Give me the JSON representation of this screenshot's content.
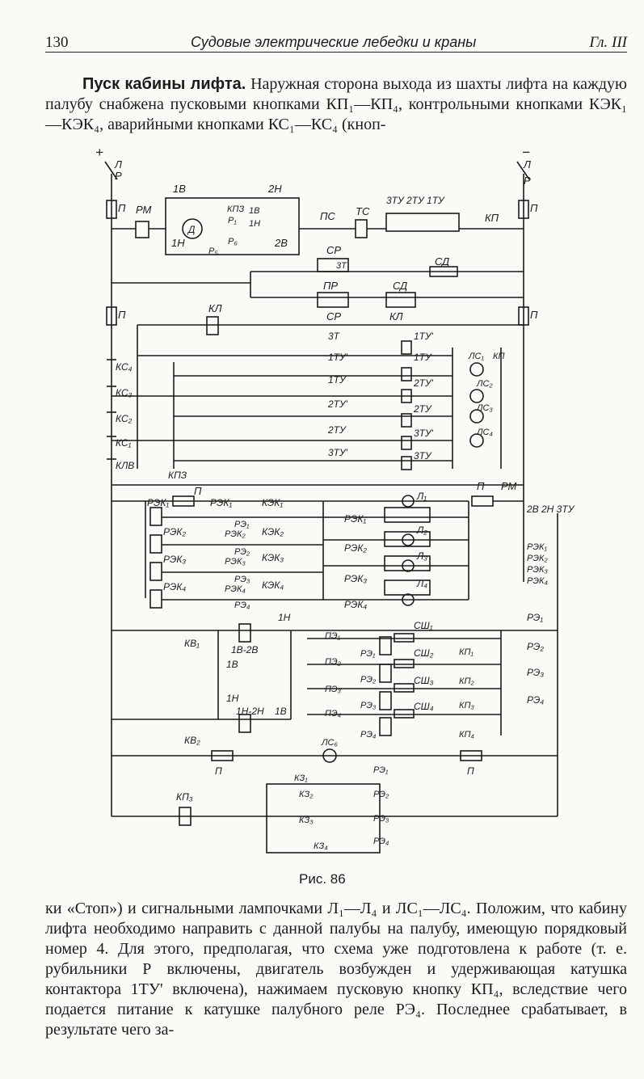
{
  "header": {
    "page_number": "130",
    "running_title": "Судовые электрические лебедки и краны",
    "chapter": "Гл. III"
  },
  "paragraph1": {
    "runin": "Пуск кабины лифта.",
    "text": " Наружная сторона выхода из шахты лифта на каждую палубу снабжена пусковыми кнопками КП₁—КП₄, контрольными кнопками КЭК₁—КЭК₄, аварийными кнопками КС₁—КС₄ (кноп-"
  },
  "figure": {
    "caption": "Рис. 86",
    "labels": {
      "plus": "+",
      "minus": "−",
      "switch_L": "Л",
      "switch_R": "Р",
      "fuse_P": "П",
      "RM": "РМ",
      "1V": "1В",
      "2N": "2Н",
      "motor": "Д",
      "KPZ": "КПЗ",
      "1N": "1Н",
      "2V": "2В",
      "R1": "Р₁",
      "R5": "Р₅",
      "R6": "Р₆",
      "PS": "ПС",
      "TS": "ТС",
      "TU_group": "3ТУ 2ТУ 1ТУ",
      "KP": "КП",
      "SR": "СР",
      "3T": "3Т",
      "SD": "СД",
      "PR": "ПР",
      "KL": "КЛ",
      "1TUp": "1ТУ'",
      "1TU": "1ТУ",
      "2TUp": "2ТУ'",
      "2TU": "2ТУ",
      "3TUp": "3ТУ'",
      "3TU": "3ТУ",
      "KS4": "КС₄",
      "KS3": "КС₃",
      "KS2": "КС₂",
      "KS1": "КС₁",
      "KLV": "КЛВ",
      "LS1": "ЛС₁",
      "LS2": "ЛС₂",
      "LS3": "ЛС₃",
      "LS4": "ЛС₄",
      "REK1": "РЭК₁",
      "REK2": "РЭК₂",
      "REK3": "РЭК₃",
      "REK4": "РЭК₄",
      "KEK1": "КЭК₁",
      "KEK2": "КЭК₂",
      "KEK3": "КЭК₃",
      "KEK4": "КЭК₄",
      "RE1": "РЭ₁",
      "RE2": "РЭ₂",
      "RE3": "РЭ₃",
      "RE4": "РЭ₄",
      "L1": "Л₁",
      "L2": "Л₂",
      "L3": "Л₃",
      "L4": "Л₄",
      "2V2N3TU": "2В 2Н 3ТУ",
      "KV1": "КВ₁",
      "KV2": "КВ₂",
      "1V2V": "1В-2В",
      "1N2N": "1Н-2Н",
      "1V_b": "1В",
      "1N_b": "1Н",
      "PE1": "ПЭ₁",
      "PE2": "ПЭ₂",
      "PE3": "ПЭ₃",
      "PE4": "ПЭ₄",
      "SSH1": "СШ₁",
      "SSH2": "СШ₂",
      "SSH3": "СШ₃",
      "SSH4": "СШ₄",
      "KP1": "КП₁",
      "KP2": "КП₂",
      "KP3b": "КП₃",
      "KP4": "КП₄",
      "LS6": "ЛС₆",
      "KZ1": "КЗ₁",
      "KZ2": "КЗ₂",
      "KZ3": "КЗ₃",
      "KZ4": "КЗ₄"
    }
  },
  "paragraph2": {
    "text": "ки «Стоп») и сигнальными лампочками Л₁—Л₄ и ЛС₁—ЛС₄. Положим, что кабину лифта необходимо направить с данной палубы на палубу, имеющую порядковый номер 4. Для этого, предполагая, что схема уже подготовлена к работе (т. е. рубильники Р включены, двигатель возбужден и удерживающая катушка контактора 1ТУ' включена), нажимаем пусковую кнопку КП₄, вследствие чего подается питание к катушке палубного реле РЭ₄. Последнее срабатывает, в результате чего за-"
  }
}
